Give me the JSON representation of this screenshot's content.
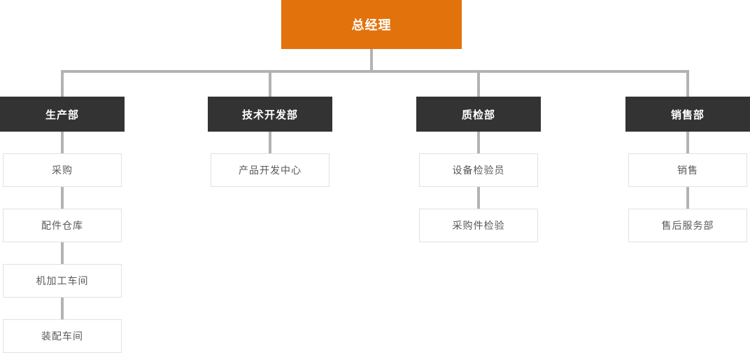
{
  "diagram": {
    "type": "org-chart",
    "root": {
      "label": "总经理"
    },
    "columns": [
      {
        "dept": "生产部",
        "children": [
          "采购",
          "配件仓库",
          "机加工车间",
          "装配车间"
        ]
      },
      {
        "dept": "技术开发部",
        "children": [
          "产品开发中心"
        ]
      },
      {
        "dept": "质检部",
        "children": [
          "设备检验员",
          "采购件检验"
        ]
      },
      {
        "dept": "销售部",
        "children": [
          "销售",
          "售后服务部"
        ]
      }
    ],
    "colors": {
      "root_bg": "#E2720B",
      "root_text": "#FFFFFF",
      "dept_bg": "#333333",
      "dept_text": "#FFFFFF",
      "connector": "#B3B3B3",
      "child_bg": "#FFFFFF",
      "child_border": "#E1E1E1",
      "child_text": "#595959"
    }
  }
}
